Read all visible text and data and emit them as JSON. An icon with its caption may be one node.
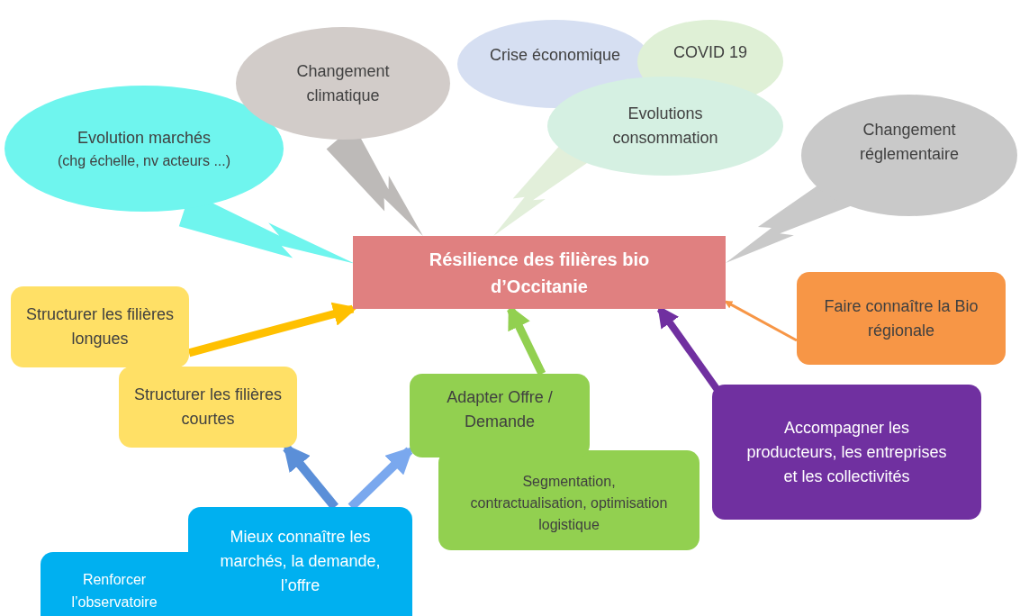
{
  "diagram": {
    "nodes": [
      {
        "text": [
          "Evolution marchés",
          "(chg échelle, nv acteurs ...)"
        ]
      },
      {
        "text": [
          "Changement climatique"
        ]
      },
      {
        "text": [
          "Crise économique"
        ]
      },
      {
        "text": [
          "COVID 19"
        ]
      },
      {
        "text": [
          "Evolutions consommation"
        ]
      },
      {
        "text": [
          "Changement réglementaire"
        ]
      },
      {
        "text": [
          "Résilience des filières bio d’Occitanie"
        ]
      },
      {
        "text": [
          "Structurer les filières longues"
        ]
      },
      {
        "text": [
          "Structurer les filières courtes"
        ]
      },
      {
        "text": [
          "Adapter Offre / Demande"
        ]
      },
      {
        "text": [
          "Segmentation, contractualisation, optimisation logistique"
        ]
      },
      {
        "text": [
          "Faire connaître la Bio régionale"
        ]
      },
      {
        "text": [
          "Accompagner les producteurs, les entreprises et les collectivités"
        ]
      },
      {
        "text": [
          "Mieux connaître les marchés, la demande, l’offre"
        ]
      },
      {
        "text": [
          "Renforcer l’observatoire"
        ]
      }
    ],
    "edges": [
      {
        "from": 0,
        "to": 6,
        "arrow": "none",
        "color": "#6ff5ee"
      },
      {
        "from": 1,
        "to": 6,
        "arrow": "none",
        "color": "#bdbab8"
      },
      {
        "from": 4,
        "to": 6,
        "arrow": "none",
        "color": "#e2efda"
      },
      {
        "from": 5,
        "to": 6,
        "arrow": "none",
        "color": "#c9c9c9"
      },
      {
        "from": 7,
        "to": 6,
        "arrow": "to",
        "color": "#ffc000"
      },
      {
        "from": 9,
        "to": 6,
        "arrow": "to",
        "color": "#92d050"
      },
      {
        "from": 12,
        "to": 6,
        "arrow": "to",
        "color": "#7030a0"
      },
      {
        "from": 11,
        "to": 6,
        "arrow": "to",
        "color": "#f79646"
      },
      {
        "from": 13,
        "to": 8,
        "arrow": "to",
        "color": "#5b8fd8"
      },
      {
        "from": 13,
        "to": 9,
        "arrow": "to",
        "color": "#7aa8ee"
      }
    ]
  }
}
